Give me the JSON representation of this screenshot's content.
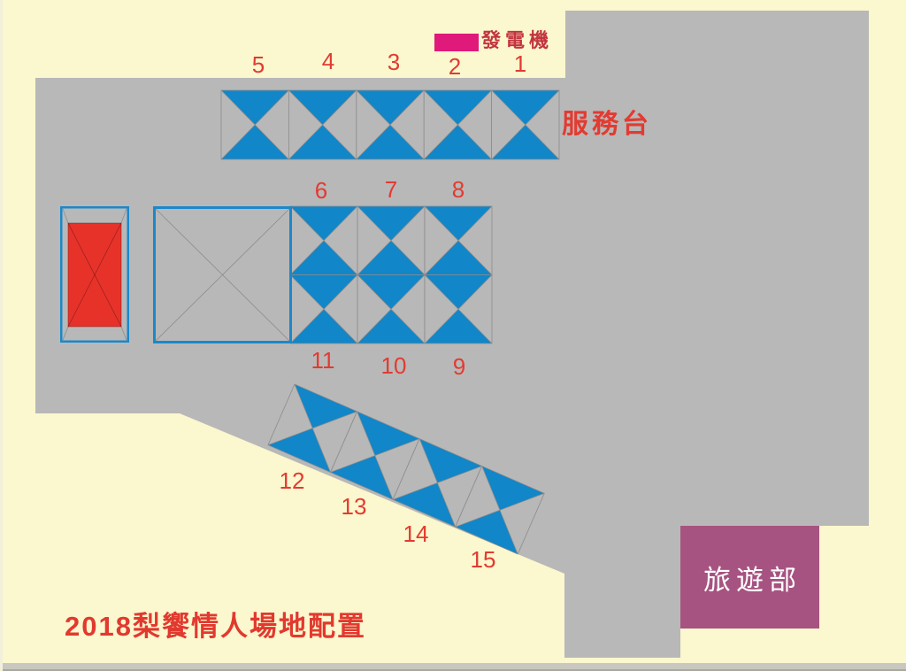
{
  "title": "2018梨饗情人場地配置",
  "labels": {
    "generator": "發電機",
    "service_desk": "服務台",
    "tourism_dept": "旅遊部"
  },
  "booth_numbers": [
    "1",
    "2",
    "3",
    "4",
    "5",
    "6",
    "7",
    "8",
    "9",
    "10",
    "11",
    "12",
    "13",
    "14",
    "15"
  ],
  "colors": {
    "background": "#FBF7CE",
    "venue_gray": "#B8B8B8",
    "booth_blue": "#1186C8",
    "booth_line": "#8C8C8C",
    "tent_border_blue": "#1B88CA",
    "stage_red": "#E7322A",
    "generator_magenta": "#DF1A7B",
    "tourism_purple": "#A65381",
    "label_red": "#E23B31",
    "generator_text_red": "#C23440",
    "title_red": "#E2392F"
  }
}
